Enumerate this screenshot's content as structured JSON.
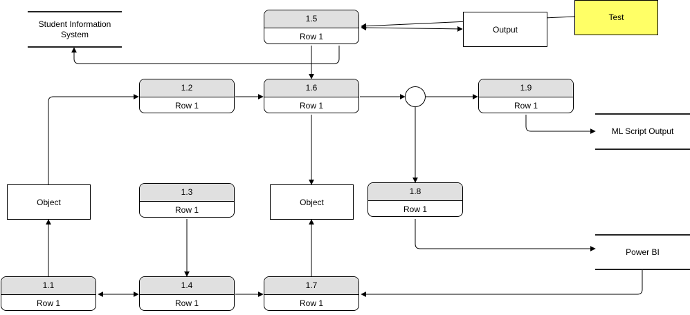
{
  "processes": [
    {
      "id": "p11",
      "number": "1.1",
      "row": "Row 1"
    },
    {
      "id": "p12",
      "number": "1.2",
      "row": "Row 1"
    },
    {
      "id": "p13",
      "number": "1.3",
      "row": "Row 1"
    },
    {
      "id": "p14",
      "number": "1.4",
      "row": "Row 1"
    },
    {
      "id": "p15",
      "number": "1.5",
      "row": "Row 1"
    },
    {
      "id": "p16",
      "number": "1.6",
      "row": "Row 1"
    },
    {
      "id": "p17",
      "number": "1.7",
      "row": "Row 1"
    },
    {
      "id": "p18",
      "number": "1.8",
      "row": "Row 1"
    },
    {
      "id": "p19",
      "number": "1.9",
      "row": "Row 1"
    }
  ],
  "entities": {
    "object_left": "Object",
    "object_center": "Object",
    "output": "Output",
    "test": "Test"
  },
  "stores": {
    "student_info": "Student Information System",
    "ml_output": "ML Script Output",
    "power_bi": "Power BI"
  },
  "colors": {
    "process_header": "#e0e0e0",
    "test_fill": "#ffff66",
    "line": "#000000"
  }
}
